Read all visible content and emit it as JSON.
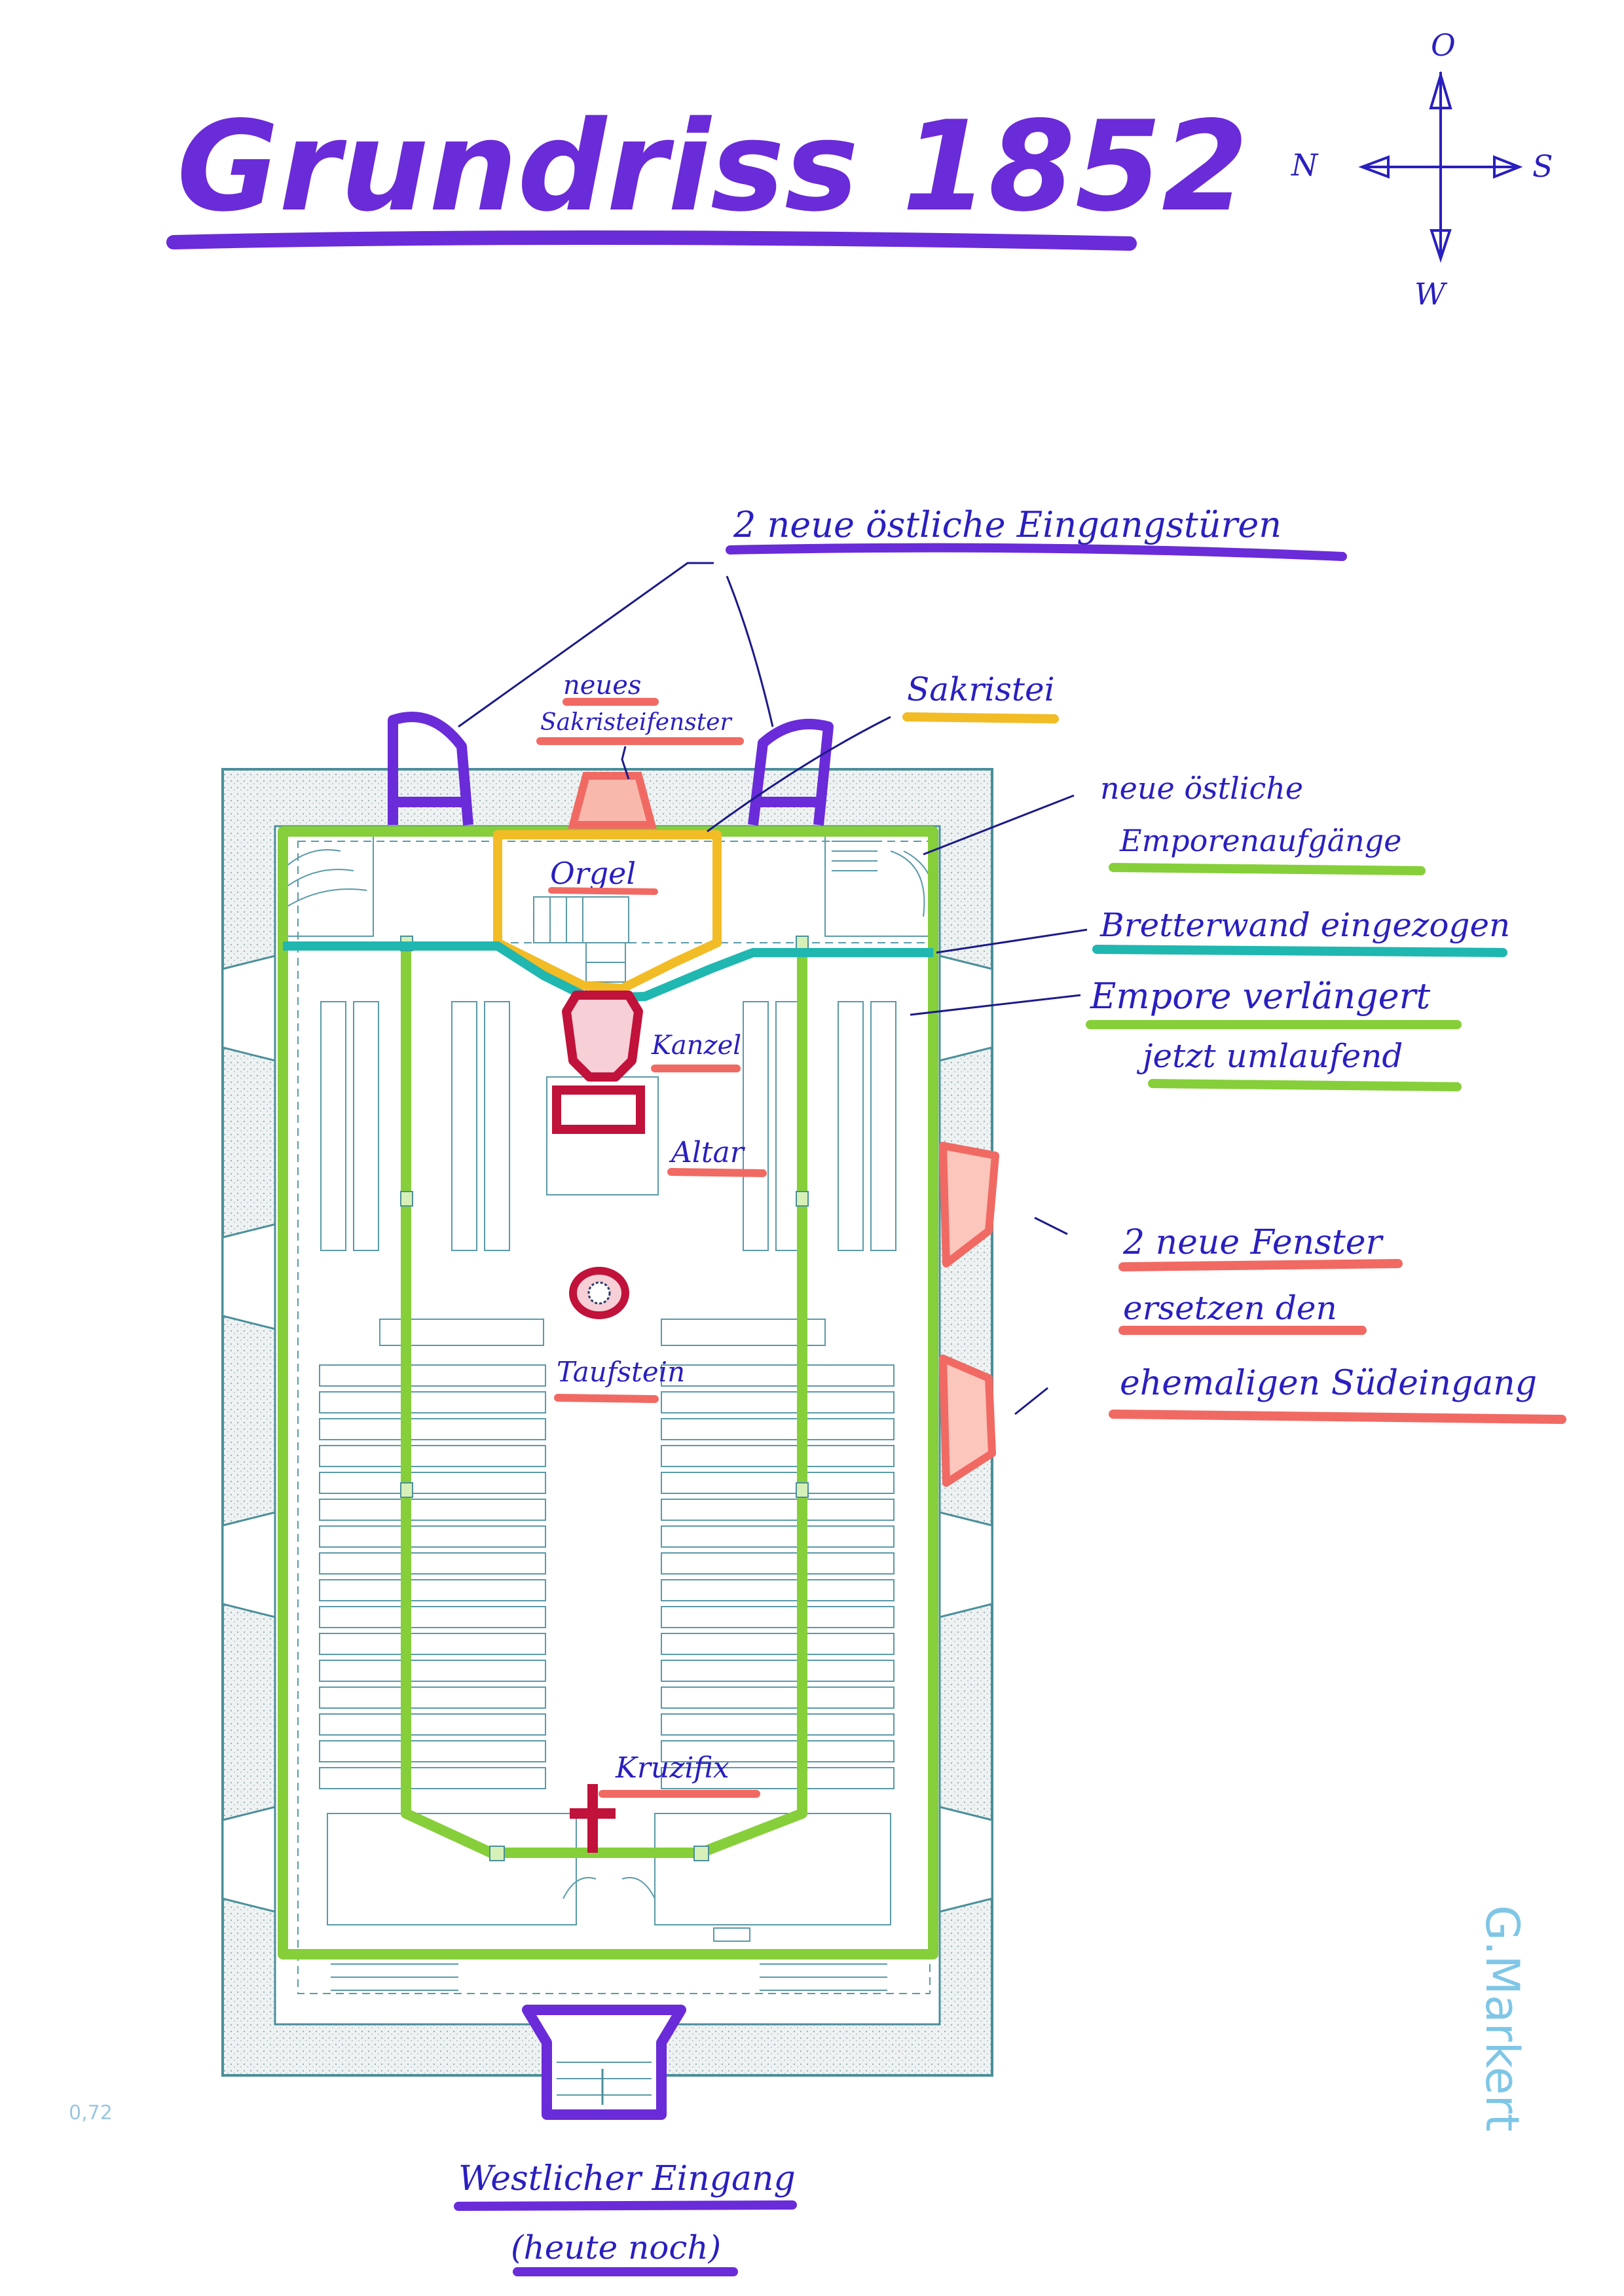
{
  "title": "Grundriss 1852",
  "compass": {
    "north": "N",
    "east": "O",
    "south": "S",
    "west": "W"
  },
  "labels": {
    "east_doors": "2 neue östliche Eingangstüren",
    "sacristy_window_1": "neues",
    "sacristy_window_2": "Sakristeifenster",
    "sacristy": "Sakristei",
    "gallery_stairs_1": "neue östliche",
    "gallery_stairs_2": "Emporenaufgänge",
    "board_wall": "Bretterwand eingezogen",
    "gallery_1": "Empore verlängert",
    "gallery_2": "jetzt umlaufend",
    "organ": "Orgel",
    "pulpit": "Kanzel",
    "altar": "Altar",
    "windows_1": "2 neue Fenster",
    "windows_2": "ersetzen den",
    "windows_3": "ehemaligen Südeingang",
    "font": "Taufstein",
    "crucifix": "Kruzifix",
    "west_entrance_1": "Westlicher Eingang",
    "west_entrance_2": "(heute noch)"
  },
  "colors": {
    "title": "#6a2bd8",
    "purple": "#6a2bd8",
    "green": "#86cf3a",
    "teal": "#1fb7b0",
    "yellow": "#f2bc26",
    "red": "#f06a63",
    "crimson": "#c0123a",
    "ink": "#2a1fbf",
    "plan": "#4a8f9a"
  },
  "signature": "G.Markert",
  "scale_note": "0,72"
}
